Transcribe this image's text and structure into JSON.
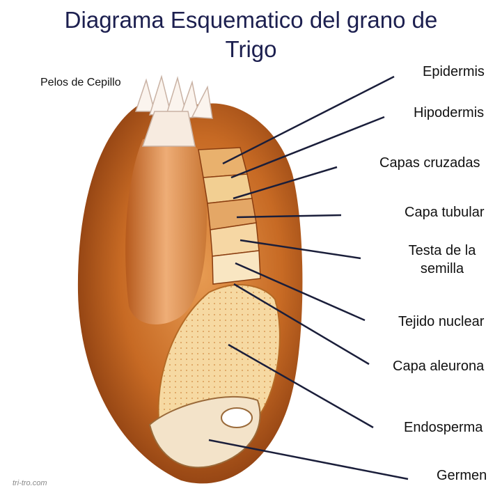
{
  "title_line1": "Diagrama Esquematico del grano de",
  "title_line2": "Trigo",
  "hair_label": "Pelos de Cepillo",
  "labels": [
    {
      "id": "epidermis",
      "text": "Epidermis"
    },
    {
      "id": "hipodermis",
      "text": "Hipodermis"
    },
    {
      "id": "capas-cruzadas",
      "text": "Capas cruzadas"
    },
    {
      "id": "capa-tubular",
      "text": "Capa tubular"
    },
    {
      "id": "testa-line1",
      "text": "Testa de la"
    },
    {
      "id": "testa-line2",
      "text": "semilla"
    },
    {
      "id": "tejido-nuclear",
      "text": "Tejido nuclear"
    },
    {
      "id": "capa-aleurona",
      "text": "Capa aleurona"
    },
    {
      "id": "endosperma",
      "text": "Endosperma"
    },
    {
      "id": "germen",
      "text": "Germen"
    }
  ],
  "credit": "tri-tro.com",
  "colors": {
    "title": "#1c1f4f",
    "grain": "#c8702a",
    "pointer": "#1a1e3a"
  }
}
